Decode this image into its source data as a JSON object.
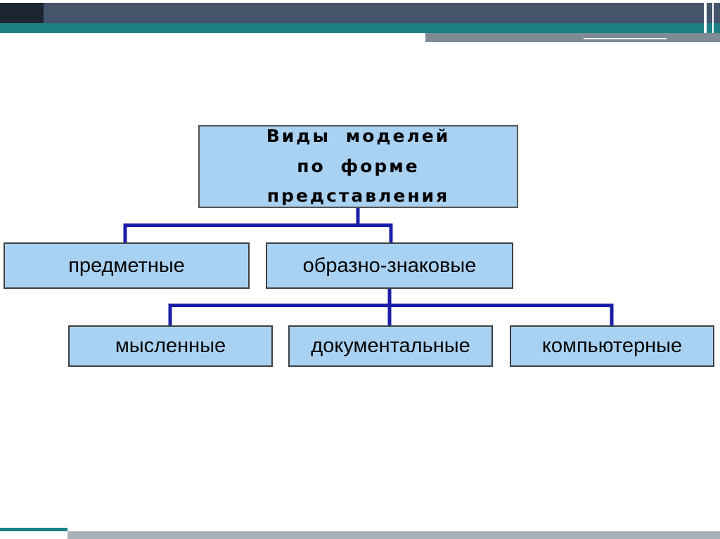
{
  "colors": {
    "box_fill": "#a9d2f2",
    "box_border": "#3f3f3f",
    "connector": "#1b1fa8",
    "top_bar": "#44546a",
    "top_bar_dark": "#1b2431",
    "teal_bar": "#1e8085",
    "gray_bar": "#7e8b95",
    "bottom_gray_bar": "#aab1b7"
  },
  "diagram": {
    "root": {
      "line1": "Виды моделей",
      "line2": "по форме представления"
    },
    "level1": [
      {
        "label": "предметные"
      },
      {
        "label": "образно-знаковые"
      }
    ],
    "level2": [
      {
        "label": "мысленные"
      },
      {
        "label": "документальные"
      },
      {
        "label": "компьютерные"
      }
    ]
  }
}
